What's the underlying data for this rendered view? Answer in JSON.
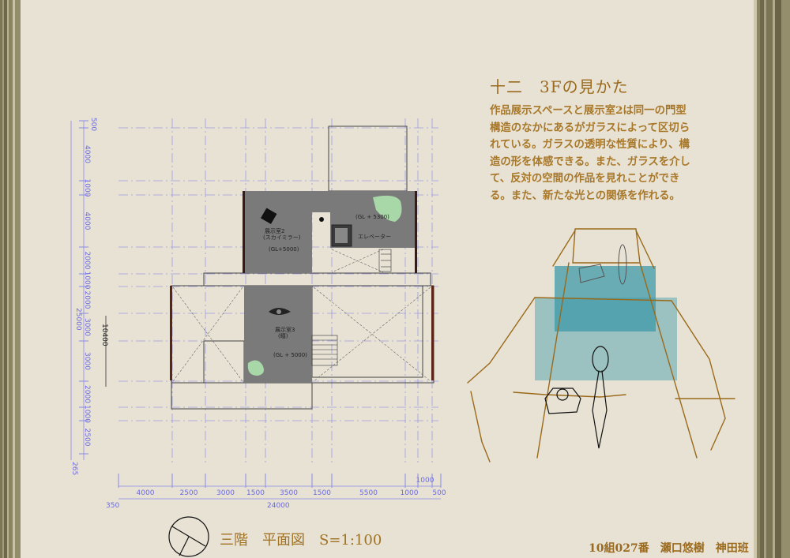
{
  "heading": "十二　3Fの見かた",
  "description": [
    "作品展示スペースと展示室2は同一の門型",
    "構造のなかにあるがガラスによって区切ら",
    "れている。ガラスの透明な性質により、構",
    "造の形を体感できる。また、ガラスを介し",
    "て、反対の空間の作品を見れことができ",
    "る。また、新たな光との関係を作れる。"
  ],
  "plan": {
    "caption": "三階　平面図　S=1:100",
    "rooms": {
      "room2_name": "展示室2",
      "room2_sub": "(スカイミラー)",
      "room2_level": "(GL+5000)",
      "elevator_level": "(GL + 5300)",
      "elevator": "エレベーター",
      "room3_name": "展示室3",
      "room3_sub": "(瞳)",
      "room3_level": "(GL + 5000)"
    },
    "vertical_dims": [
      "500",
      "4000",
      "1000",
      "4000",
      "2000",
      "1000",
      "2000",
      "3000",
      "3000",
      "2000",
      "1000",
      "2500"
    ],
    "vertical_total": "25000",
    "vertical_extra": "265",
    "height_dim": "10400",
    "horizontal_dims": [
      "4000",
      "2500",
      "3000",
      "1500",
      "3500",
      "1500",
      "5500",
      "1000",
      "1000",
      "500"
    ],
    "horizontal_total": "24000",
    "horizontal_extra": "350"
  },
  "credit": "10組027番　瀬口悠樹　神田班",
  "colors": {
    "accent": "#9a6a1e",
    "grid": "#6b6be0",
    "room": "#7a7a7a",
    "glass": "#3f9aa8",
    "green": "#a8d8a8"
  }
}
